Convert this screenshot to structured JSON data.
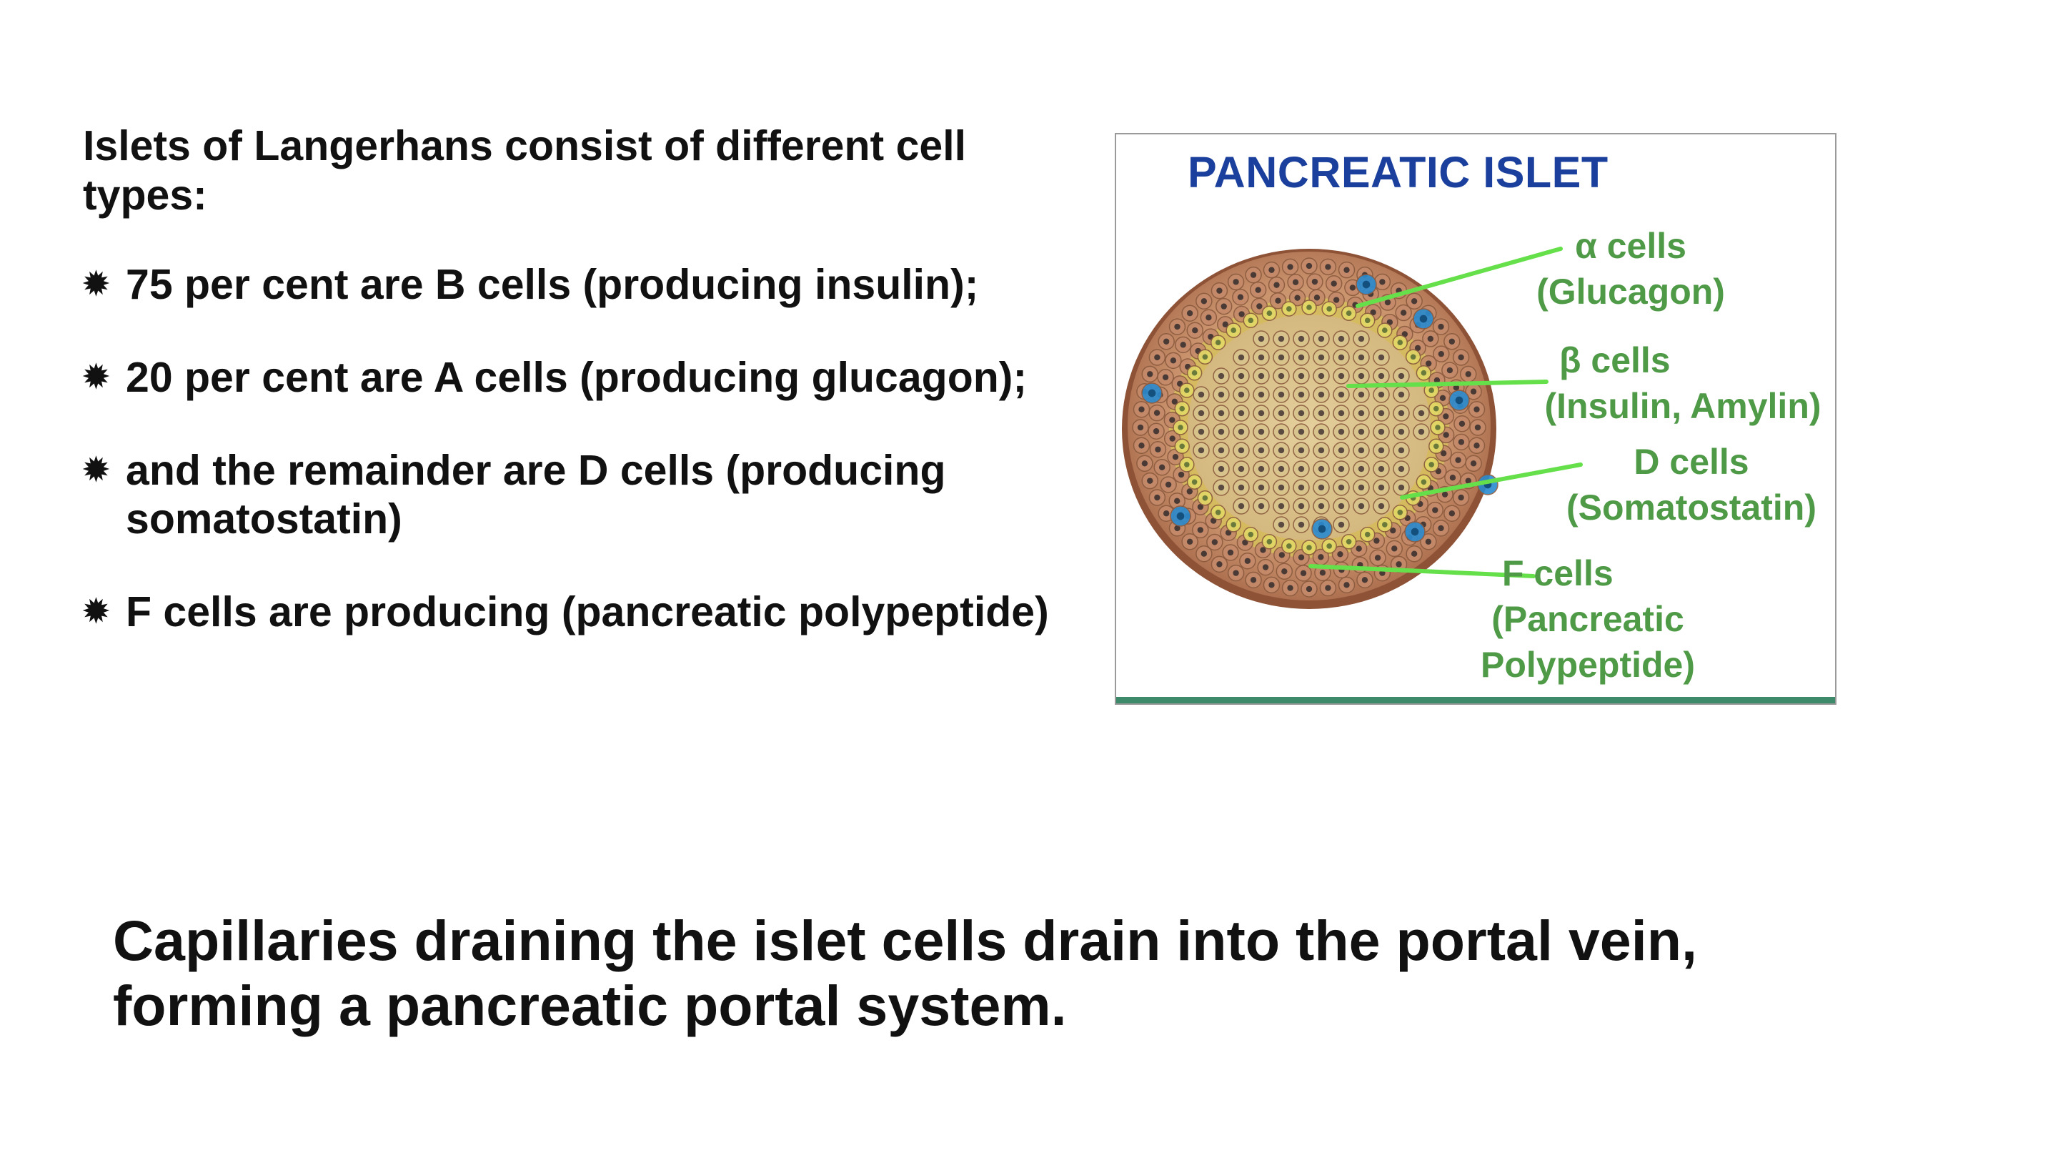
{
  "slide": {
    "intro": "Islets of Langerhans consist of different cell types:",
    "bullet_icon": "asterisk-icon",
    "bullets": [
      "75 per cent are B cells (producing insulin);",
      "20 per cent are A cells (producing glucagon);",
      "and the remainder are D cells (producing somatostatin)",
      "F cells are producing (pancreatic polypeptide)"
    ],
    "footer": "Capillaries draining the islet cells drain into the portal vein, forming a pancreatic portal system."
  },
  "figure": {
    "title": "PANCREATIC ISLET",
    "labels": {
      "alpha": {
        "name": "α cells",
        "hormone": "(Glucagon)"
      },
      "beta": {
        "name": "β cells",
        "hormone": "(Insulin, Amylin)"
      },
      "delta": {
        "name": "D cells",
        "hormone": "(Somatostatin)"
      },
      "f": {
        "name": "F cells",
        "hormone_line1": "(Pancreatic",
        "hormone_line2": "Polypeptide)"
      }
    },
    "colors": {
      "title": "#1a3f9c",
      "label": "#4f9a46",
      "leader": "#66e04a",
      "outer_cells": "#c48a6a",
      "inner_cells": "#d8c48c",
      "yellow_cells": "#e2d866",
      "blue_cells": "#2a8bd0",
      "frame_bottom": "#3c8a6a"
    }
  }
}
